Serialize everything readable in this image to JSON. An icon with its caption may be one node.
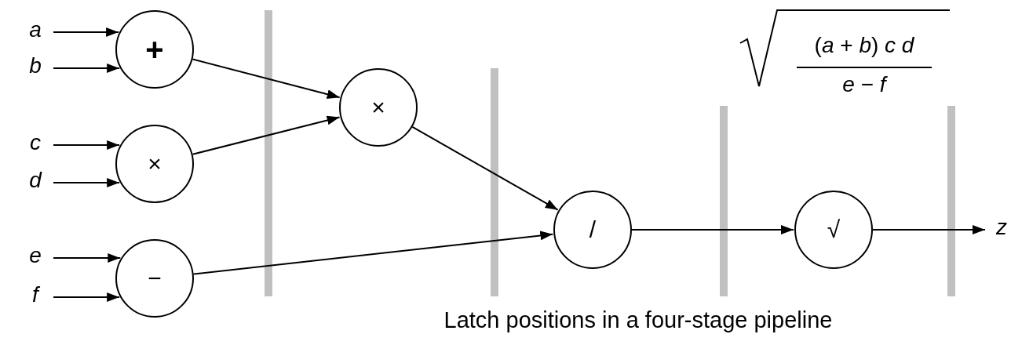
{
  "diagram": {
    "caption": "Latch positions in a four-stage pipeline",
    "nodes": [
      {
        "text": [
          "a"
        ]
      },
      {
        "text": [
          "b"
        ]
      },
      {
        "text": [
          "+"
        ]
      },
      {
        "text": [
          "c"
        ]
      },
      {
        "text": [
          "d"
        ]
      },
      {
        "text": [
          "×"
        ]
      },
      {
        "text": [
          "e"
        ]
      },
      {
        "text": [
          "f"
        ]
      },
      {
        "text": [
          "−"
        ]
      },
      {
        "text": [
          "×"
        ]
      },
      {
        "text": [
          "/"
        ]
      },
      {
        "text": [
          "√"
        ]
      },
      {
        "text": [
          "z"
        ]
      }
    ],
    "edges": [
      {
        "from": 0,
        "to": 2,
        "arrow": "to"
      },
      {
        "from": 1,
        "to": 2,
        "arrow": "to"
      },
      {
        "from": 3,
        "to": 5,
        "arrow": "to"
      },
      {
        "from": 4,
        "to": 5,
        "arrow": "to"
      },
      {
        "from": 6,
        "to": 8,
        "arrow": "to"
      },
      {
        "from": 7,
        "to": 8,
        "arrow": "to"
      },
      {
        "from": 2,
        "to": 9,
        "arrow": "to"
      },
      {
        "from": 5,
        "to": 9,
        "arrow": "to"
      },
      {
        "from": 9,
        "to": 10,
        "arrow": "to"
      },
      {
        "from": 8,
        "to": 10,
        "arrow": "to"
      },
      {
        "from": 10,
        "to": 11,
        "arrow": "to"
      },
      {
        "from": 11,
        "to": 12,
        "arrow": "to"
      }
    ],
    "labels": [
      "(*a* + *b*) *c* *d*",
      "*e* − *f*"
    ]
  }
}
